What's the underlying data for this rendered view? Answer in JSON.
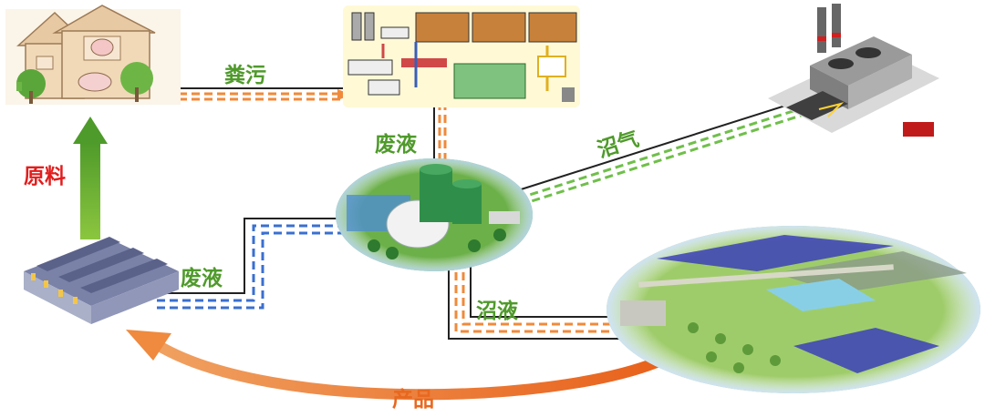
{
  "labels": {
    "manure": "粪污",
    "wastewater_top": "废液",
    "biogas": "沼气",
    "raw_material": "原料",
    "wastewater_factory": "废液",
    "biogas_slurry": "沼液",
    "product": "产品"
  },
  "colors": {
    "label_green": "#4f9a2b",
    "label_red": "#e21d1d",
    "label_orange": "#e8681f",
    "line_black": "#222222",
    "dash_orange": "#f08a3a",
    "dash_blue": "#3a6fd1",
    "dash_green": "#6fbf4a"
  }
}
